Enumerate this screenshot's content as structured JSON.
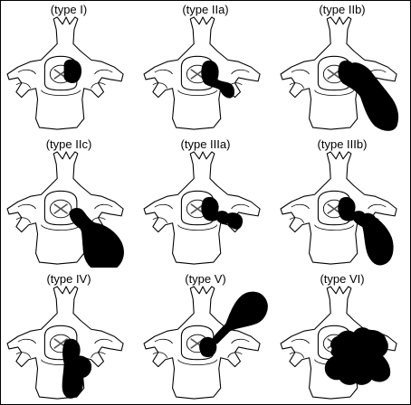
{
  "panels": [
    {
      "label": "(type I)",
      "tumor": "type-i"
    },
    {
      "label": "(type IIa)",
      "tumor": "type-iia"
    },
    {
      "label": "(type IIb)",
      "tumor": "type-iib"
    },
    {
      "label": "(type IIc)",
      "tumor": "type-iic"
    },
    {
      "label": "(type IIIa)",
      "tumor": "type-iiia"
    },
    {
      "label": "(type IIIb)",
      "tumor": "type-iiib"
    },
    {
      "label": "(type IV)",
      "tumor": "type-iv"
    },
    {
      "label": "(type V)",
      "tumor": "type-v"
    },
    {
      "label": "(type VI)",
      "tumor": "type-vi"
    }
  ],
  "colors": {
    "tumor": "#000000",
    "outline": "#000000",
    "background": "#ffffff"
  }
}
